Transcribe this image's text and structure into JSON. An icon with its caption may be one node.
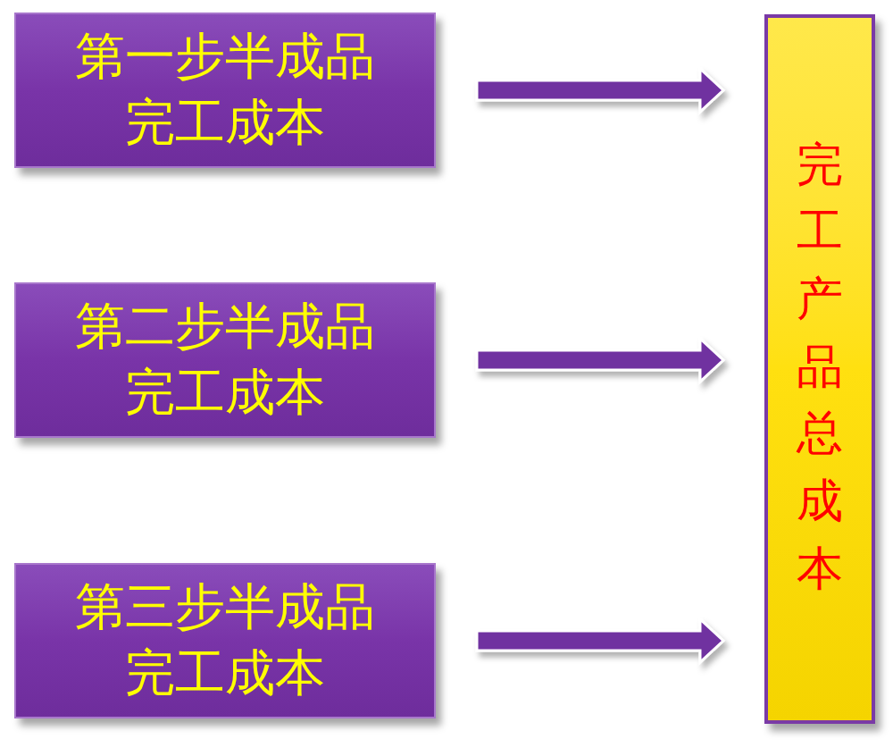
{
  "diagram": {
    "nodes": [
      {
        "text": [
          "第一步半成品完工成本"
        ]
      },
      {
        "text": [
          "第二步半成品完工成本"
        ]
      },
      {
        "text": [
          "第三步半成品完工成本"
        ]
      },
      {
        "text": [
          "完工产品总成本"
        ]
      }
    ],
    "edges": [
      {
        "from": 0,
        "to": 3,
        "arrow": "to"
      },
      {
        "from": 1,
        "to": 3,
        "arrow": "to"
      },
      {
        "from": 2,
        "to": 3,
        "arrow": "to"
      }
    ]
  }
}
